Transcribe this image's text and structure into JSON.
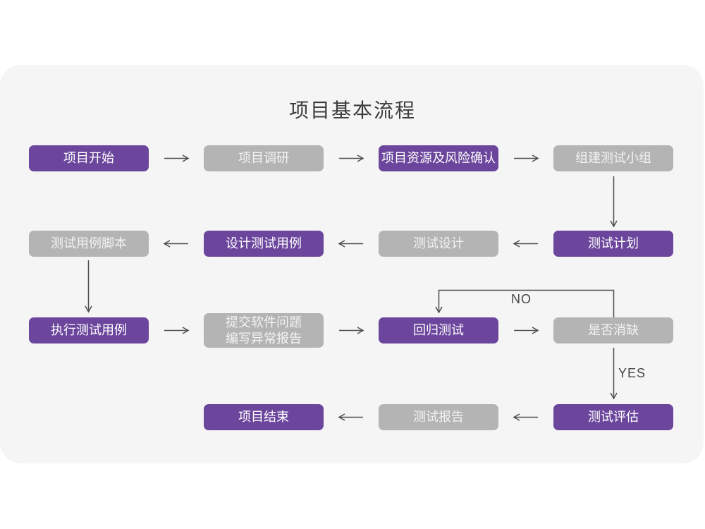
{
  "page": {
    "title": "项目基本流程"
  },
  "colors": {
    "page_bg": "#ffffff",
    "card_bg": "#f6f5f6",
    "node_purple": "#6b469c",
    "node_gray": "#b5b4b5",
    "node_text": "#ffffff",
    "arrow": "#4d4d4d",
    "title_text": "#3c3c3c"
  },
  "flow": {
    "nodes": [
      {
        "id": "project-start",
        "label": "项目开始",
        "variant": "purple"
      },
      {
        "id": "project-research",
        "label": "项目调研",
        "variant": "gray"
      },
      {
        "id": "resource-risk-confirm",
        "label": "项目资源及风险确认",
        "variant": "purple"
      },
      {
        "id": "build-test-team",
        "label": "组建测试小组",
        "variant": "gray"
      },
      {
        "id": "test-plan",
        "label": "测试计划",
        "variant": "purple"
      },
      {
        "id": "test-design",
        "label": "测试设计",
        "variant": "gray"
      },
      {
        "id": "design-test-cases",
        "label": "设计测试用例",
        "variant": "purple"
      },
      {
        "id": "test-case-script",
        "label": "测试用例脚本",
        "variant": "gray"
      },
      {
        "id": "execute-test-cases",
        "label": "执行测试用例",
        "variant": "purple"
      },
      {
        "id": "submit-issue-report",
        "label": "提交软件问题\n编写异常报告",
        "variant": "gray"
      },
      {
        "id": "regression-test",
        "label": "回归测试",
        "variant": "purple"
      },
      {
        "id": "defect-cleared",
        "label": "是否消缺",
        "variant": "gray"
      },
      {
        "id": "test-evaluation",
        "label": "测试评估",
        "variant": "purple"
      },
      {
        "id": "test-report",
        "label": "测试报告",
        "variant": "gray"
      },
      {
        "id": "project-end",
        "label": "项目结束",
        "variant": "purple"
      }
    ],
    "edge_labels": {
      "no": "NO",
      "yes": "YES"
    },
    "edges": [
      {
        "from": "project-start",
        "to": "project-research"
      },
      {
        "from": "project-research",
        "to": "resource-risk-confirm"
      },
      {
        "from": "resource-risk-confirm",
        "to": "build-test-team"
      },
      {
        "from": "build-test-team",
        "to": "test-plan"
      },
      {
        "from": "test-plan",
        "to": "test-design"
      },
      {
        "from": "test-design",
        "to": "design-test-cases"
      },
      {
        "from": "design-test-cases",
        "to": "test-case-script"
      },
      {
        "from": "test-case-script",
        "to": "execute-test-cases"
      },
      {
        "from": "execute-test-cases",
        "to": "submit-issue-report"
      },
      {
        "from": "submit-issue-report",
        "to": "regression-test"
      },
      {
        "from": "regression-test",
        "to": "defect-cleared"
      },
      {
        "from": "defect-cleared",
        "to": "regression-test",
        "label": "NO"
      },
      {
        "from": "defect-cleared",
        "to": "test-evaluation",
        "label": "YES"
      },
      {
        "from": "test-evaluation",
        "to": "test-report"
      },
      {
        "from": "test-report",
        "to": "project-end"
      }
    ]
  }
}
